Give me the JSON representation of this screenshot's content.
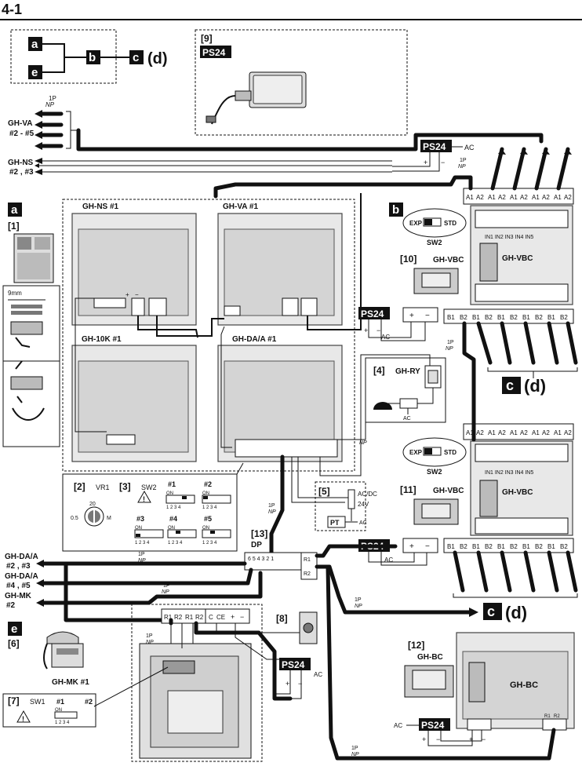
{
  "page": {
    "title": "4-1"
  },
  "legend": {
    "a": "a",
    "b": "b",
    "c": "c",
    "d": "(d)",
    "e": "e"
  },
  "labels": {
    "item9": "[9]",
    "ps24": "PS24",
    "ac": "AC",
    "ghva_ext": "GH-VA",
    "ghva_ext_range": "#2 - #5",
    "ghns_ext": "GH-NS",
    "ghns_ext_range": "#2 , #3",
    "onep": "1P",
    "np": "NP",
    "a_section": "a",
    "item1": "[1]",
    "mm": "9mm",
    "ghns1": "GH-NS #1",
    "ghva1": "GH-VA #1",
    "gh10k1": "GH-10K #1",
    "ghdaa1": "GH-DA/A #1",
    "b_section": "b",
    "exp": "EXP",
    "std": "STD",
    "sw2": "SW2",
    "item10": "[10]",
    "ghvbc": "GH-VBC",
    "in_labels": "IN1  IN2  IN3  IN4  IN5",
    "item4": "[4]",
    "ghry": "GH-RY",
    "item5": "[5]",
    "acdc": "AC/DC",
    "v24": "24V",
    "pt": "PT",
    "item11": "[11]",
    "item2": "[2]",
    "vr1": "VR1",
    "item3": "[3]",
    "sw_on": "ON",
    "dip_nums": "1 2 3 4",
    "sw1": "#1",
    "sw2n": "#2",
    "sw3": "#3",
    "sw4": "#4",
    "sw5": "#5",
    "knob_min": "0.5",
    "knob_mid": "20",
    "knob_max": "M",
    "item13": "[13]",
    "dp": "DP",
    "ghdaa_23": "GH-DA/A",
    "ghdaa_23r": "#2 , #3",
    "ghdaa_45": "GH-DA/A",
    "ghdaa_45r": "#4 , #5",
    "ghmk2": "GH-MK",
    "ghmk2r": "#2",
    "e_section": "e",
    "item6": "[6]",
    "ghmk1": "GH-MK #1",
    "item7": "[7]",
    "sw1label": "SW1",
    "item8": "[8]",
    "item12": "[12]",
    "ghbc": "GH-BC",
    "r1": "R1",
    "r2": "R2",
    "c": "C",
    "ce": "CE",
    "a1": "A1",
    "a2": "A2",
    "b1": "B1",
    "b2": "B2",
    "plus": "+",
    "minus": "−",
    "dp_terms": "6  5  4  3  2  1"
  }
}
